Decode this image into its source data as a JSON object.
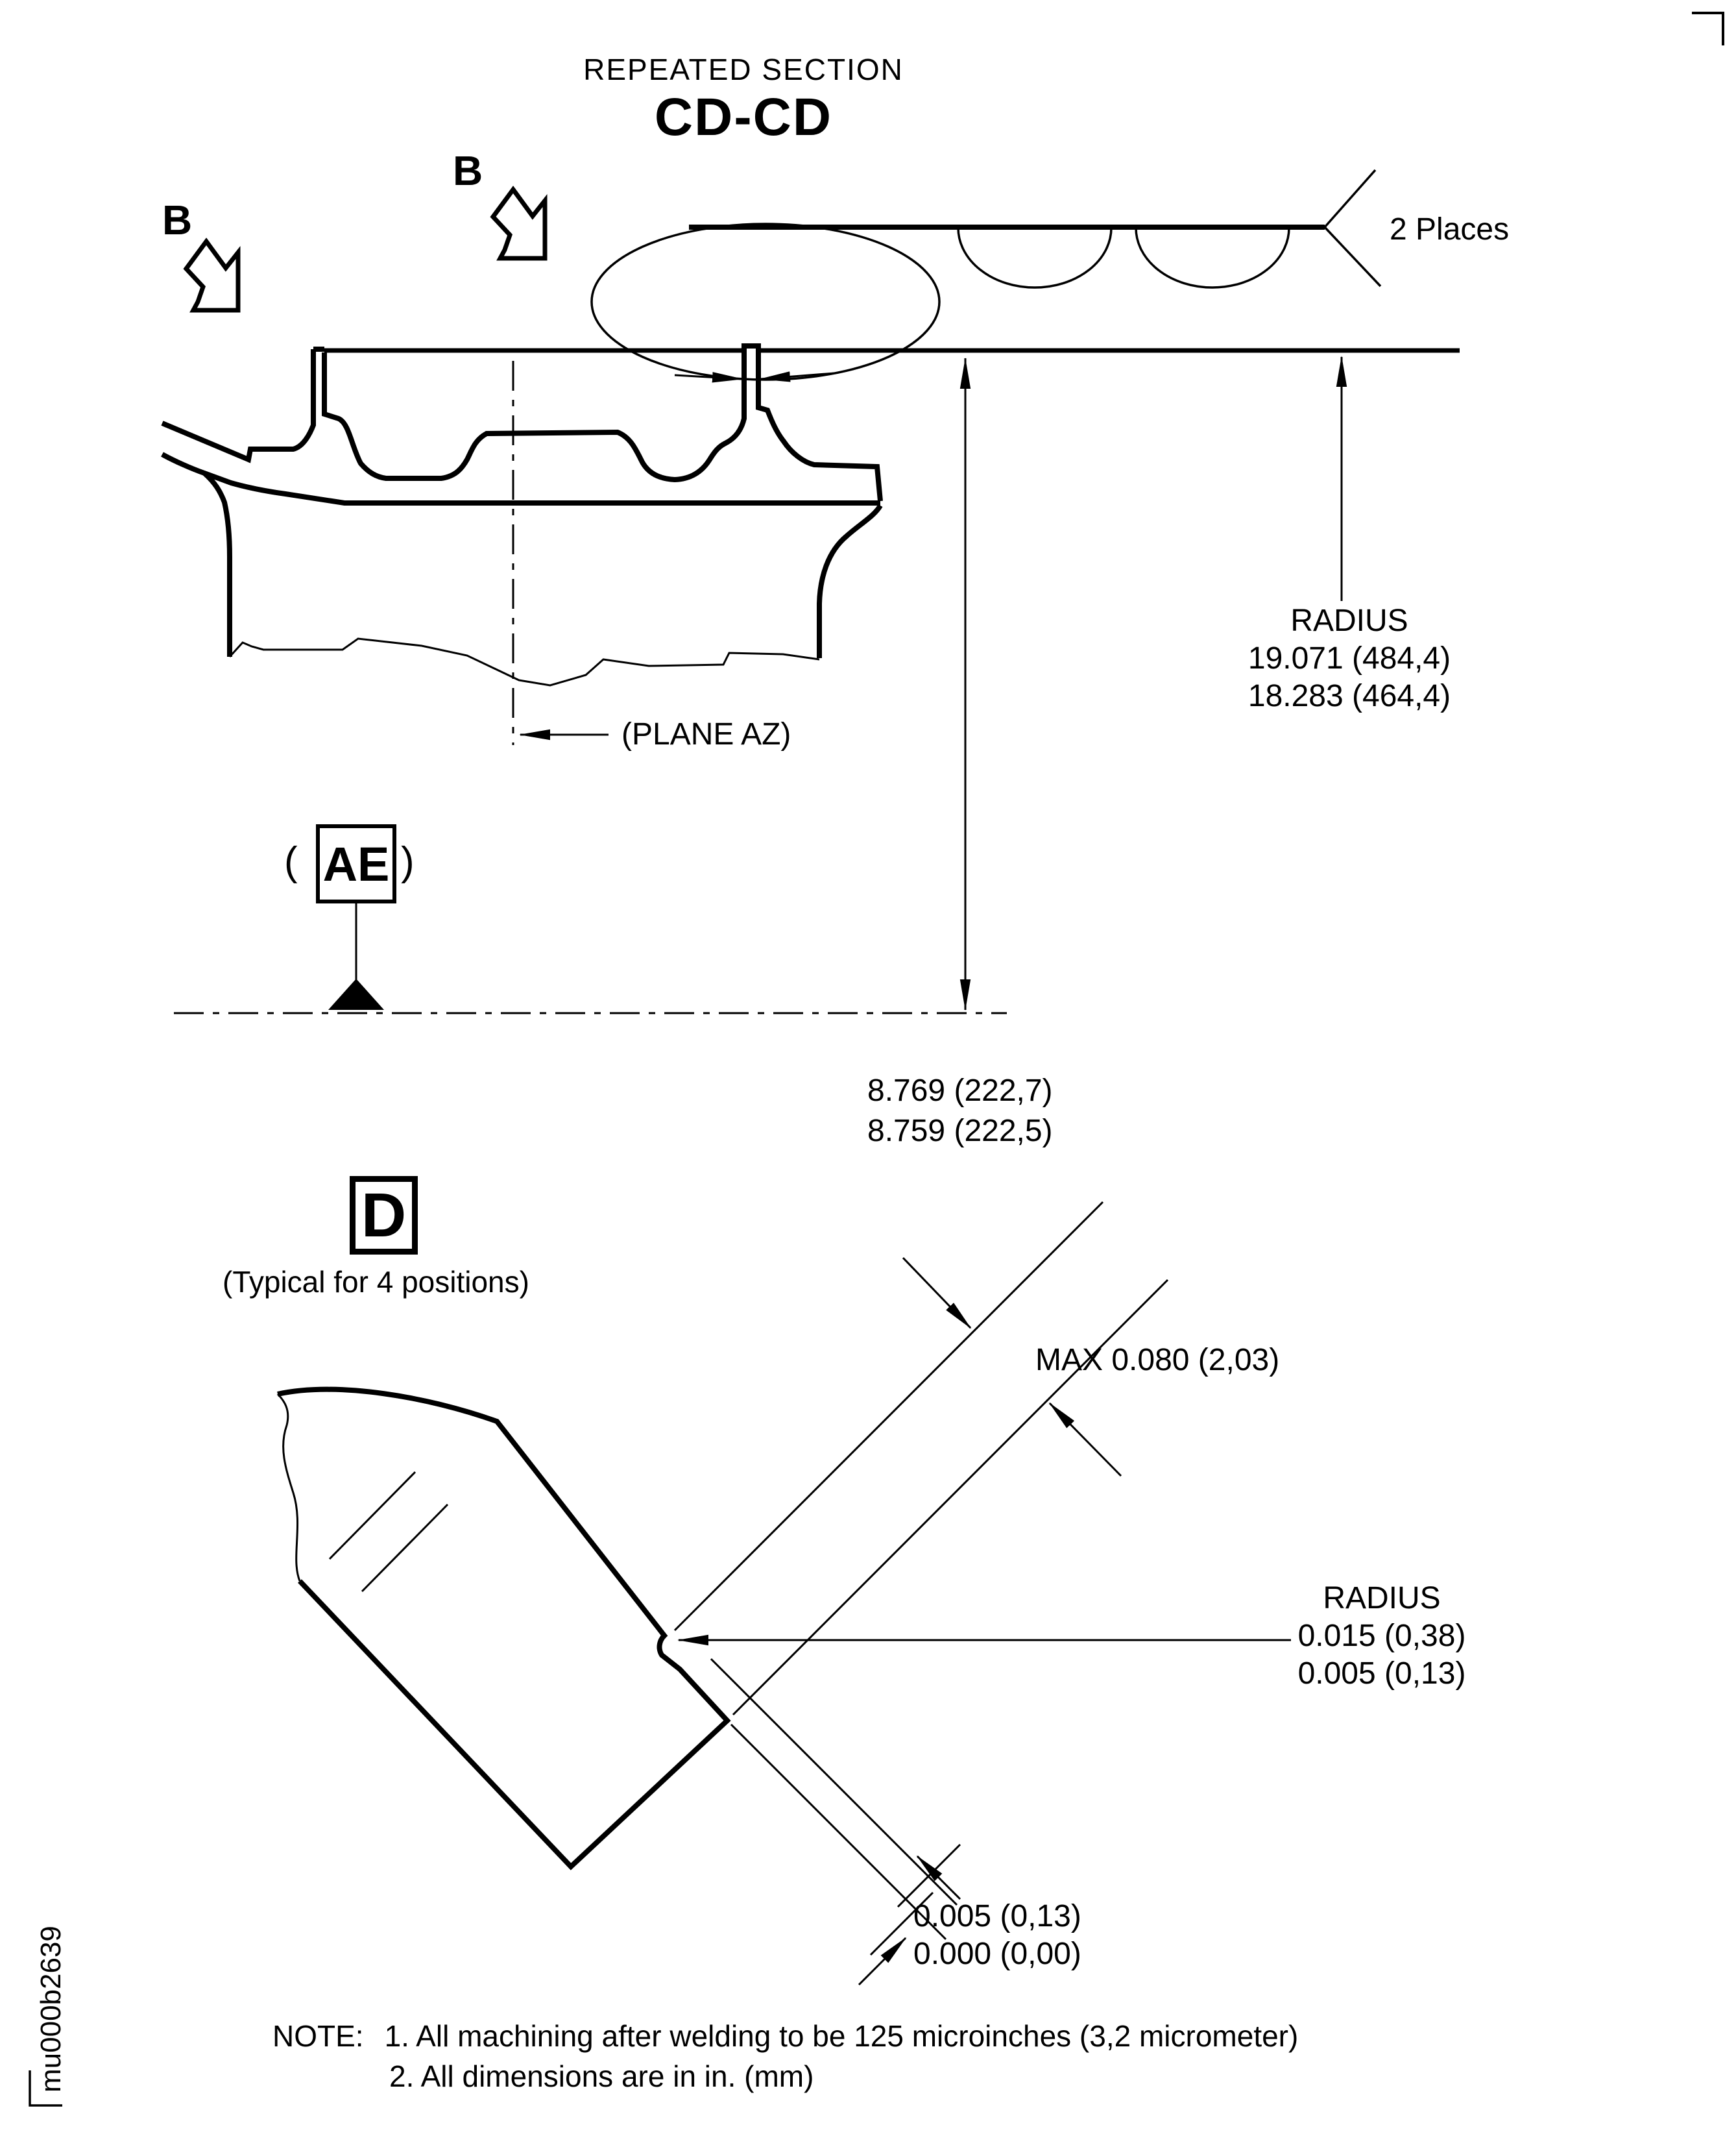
{
  "colors": {
    "ink": "#000000",
    "paper": "#ffffff"
  },
  "title": {
    "line1": "REPEATED SECTION",
    "line2": "CD-CD"
  },
  "section_arrows": {
    "label": "B"
  },
  "annotations": {
    "places": "2 Places",
    "radius_upper": {
      "label": "RADIUS",
      "line1": "19.071 (484,4)",
      "line2": "18.283 (464,4)"
    },
    "plane_az": "(PLANE AZ)",
    "datum": {
      "open_paren": "(",
      "label": "AE",
      "close_paren": ")"
    },
    "height_dim": {
      "line1": "8.769 (222,7)",
      "line2": "8.759 (222,5)"
    },
    "detail": {
      "label": "D",
      "note": "(Typical for 4 positions)"
    },
    "max_dim": "MAX 0.080 (2,03)",
    "radius_lower": {
      "label": "RADIUS",
      "line1": "0.015 (0,38)",
      "line2": "0.005 (0,13)"
    },
    "flush_dim": {
      "line1": "0.005 (0,13)",
      "line2": "0.000 (0,00)"
    }
  },
  "notes": {
    "heading": "NOTE:",
    "item1": "1. All machining after welding to be 125 microinches (3,2 micrometer)",
    "item2": "2. All dimensions are in in. (mm)"
  },
  "doc_id": "mu000b2639"
}
